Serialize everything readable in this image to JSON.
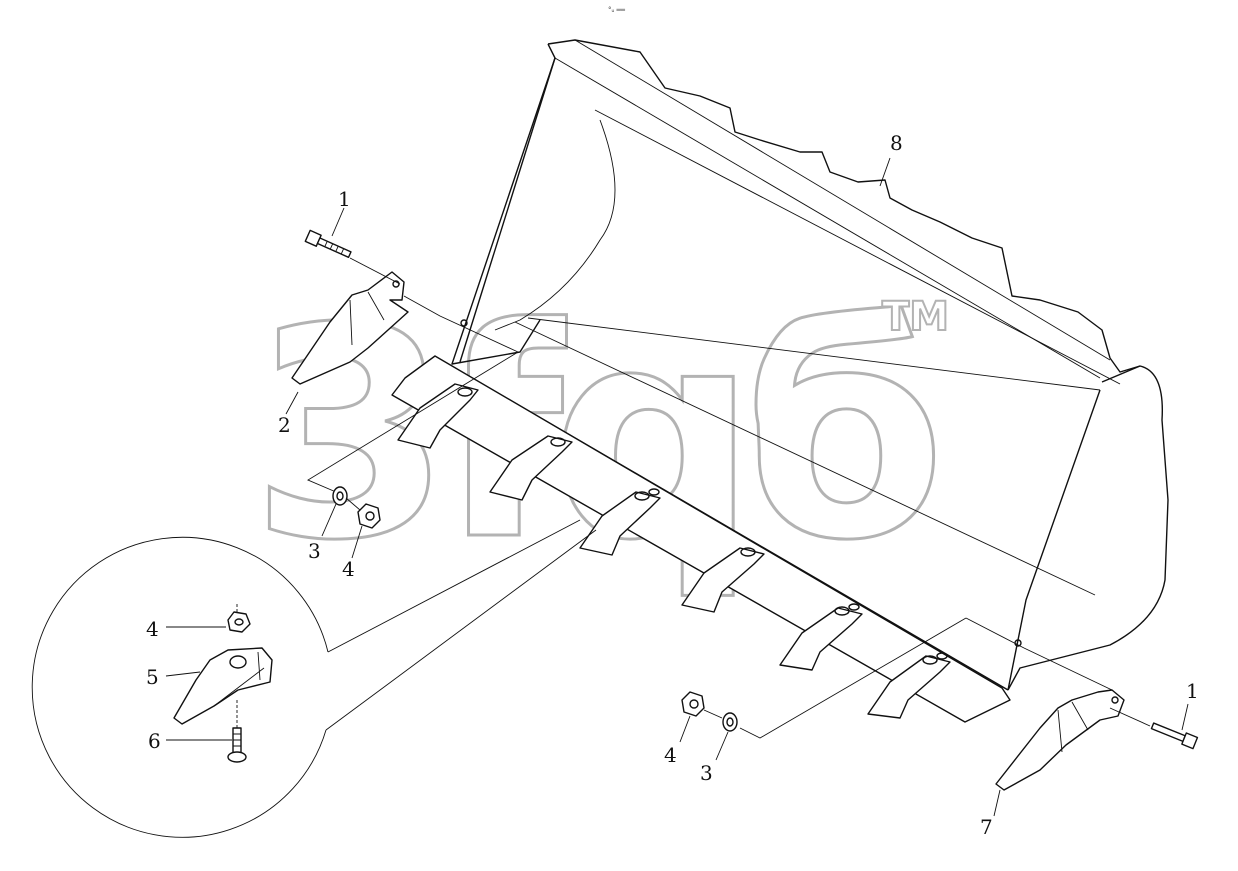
{
  "header": {
    "text": "°ᵤ ══"
  },
  "watermark": {
    "text": "3fqб",
    "tm": "TM"
  },
  "labels": {
    "l1a": "1",
    "l1b": "1",
    "l2": "2",
    "l3a": "3",
    "l3b": "3",
    "l4a": "4",
    "l4b": "4",
    "l4c": "4",
    "l5": "5",
    "l6": "6",
    "l7": "7",
    "l8": "8"
  }
}
